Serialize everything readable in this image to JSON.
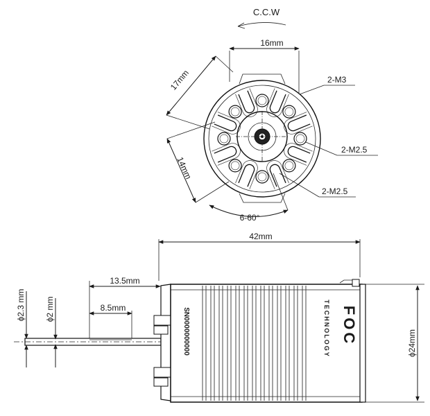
{
  "rotation": {
    "label": "C.C.W"
  },
  "end_view": {
    "dims": {
      "width_top": "16mm",
      "diag_left_top": "17mm",
      "diag_left_bottom": "14mm",
      "arc_bottom": "6-60°"
    },
    "callouts": {
      "m3": "2-M3",
      "m25_right": "2-M2.5",
      "m25_bottom": "2-M2.5"
    }
  },
  "side_view": {
    "dims": {
      "overall_length": "42mm",
      "shaft_length": "13.5mm",
      "flat_length": "8.5mm",
      "shaft_dia_outer": "ϕ2.3 mm",
      "shaft_dia_inner": "ϕ2 mm",
      "body_dia": "ϕ24mm"
    },
    "label": {
      "serial": "SN0000000000",
      "brand": "FOC",
      "brand_sub": "TECHNOLOGY"
    }
  }
}
